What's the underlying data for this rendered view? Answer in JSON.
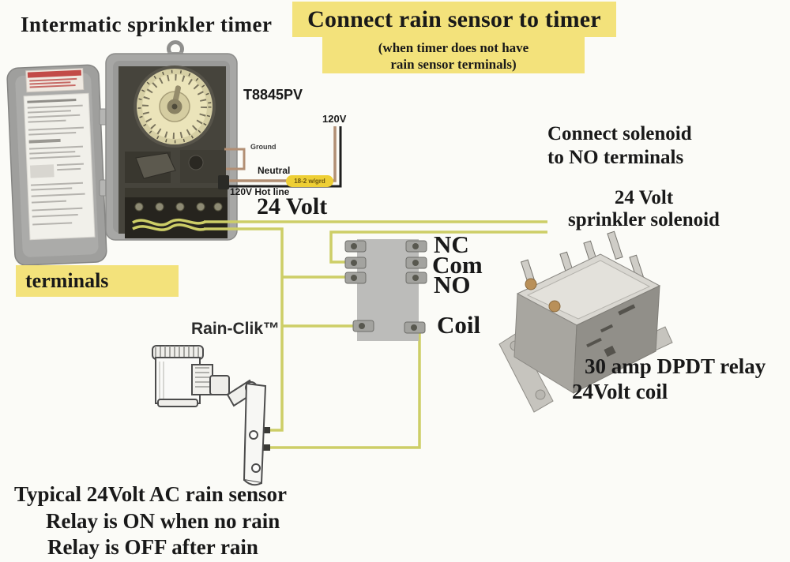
{
  "colors": {
    "highlight_yellow": "#f3e27b",
    "wire_yellow": "#cdce67",
    "wire_neutral_tan": "#b28f74",
    "wire_hot_black": "#1e1e1e",
    "cable_tag_yellow": "#eecf35",
    "relay_diagram_gray": "#bcbcba"
  },
  "header": {
    "left_title": "Intermatic sprinkler timer",
    "main_title": "Connect rain sensor to timer",
    "sub_line1": "(when timer does not have",
    "sub_line2": "rain sensor terminals)"
  },
  "timer": {
    "model": "T8845PV",
    "terminals_label": "terminals"
  },
  "power": {
    "v120": "120V",
    "ground": "Ground",
    "neutral": "Neutral",
    "cable_tag": "18-2 w/grd",
    "hot_line": "120V Hot line",
    "v24": "24 Volt"
  },
  "relay_diagram": {
    "nc": "NC",
    "com": "Com",
    "no": "NO",
    "coil": "Coil"
  },
  "solenoid": {
    "note_line1": "Connect solenoid",
    "note_line2": "to NO terminals",
    "label_line1": "24 Volt",
    "label_line2": "sprinkler solenoid"
  },
  "relay": {
    "caption_line1": "30 amp DPDT relay",
    "caption_line2": "24Volt coil"
  },
  "sensor": {
    "name": "Rain-Clik™",
    "caption_line1": "Typical 24Volt AC rain sensor",
    "caption_line2": "Relay is ON when no rain",
    "caption_line3": "Relay is OFF after rain"
  }
}
